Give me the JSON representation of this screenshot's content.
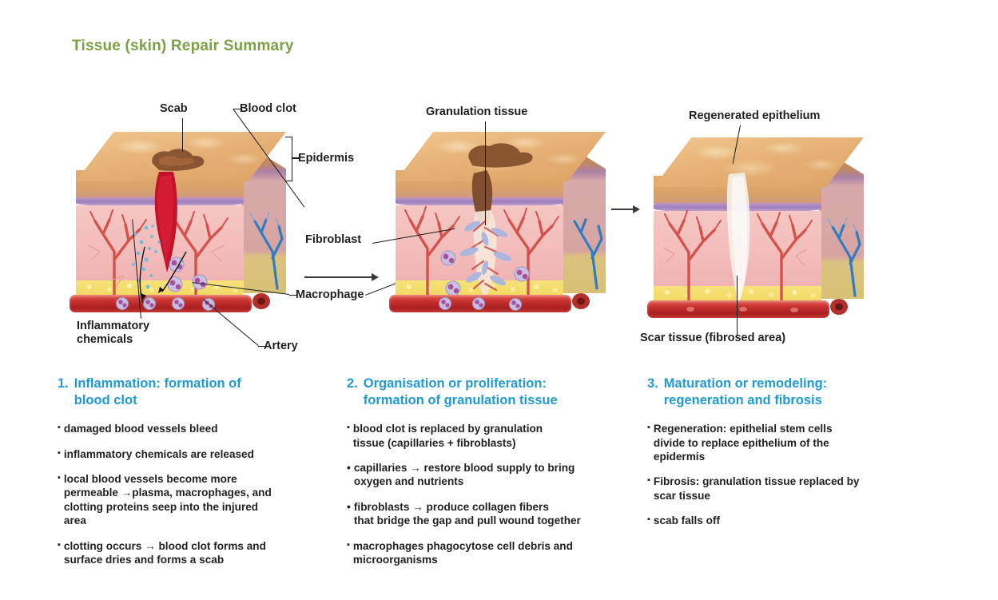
{
  "title": "Tissue (skin) Repair Summary",
  "colors": {
    "title_green": "#7aa244",
    "heading_blue": "#1f9ad6",
    "body_black": "#231f20"
  },
  "diagram": {
    "panel1": {
      "labels": {
        "scab": "Scab",
        "blood_clot": "Blood clot",
        "epidermis": "Epidermis",
        "inflammatory_chemicals": "Inflammatory\nchemicals",
        "artery": "Artery",
        "macrophage": "Macrophage"
      }
    },
    "panel2": {
      "labels": {
        "granulation_tissue": "Granulation tissue",
        "fibroblast": "Fibroblast"
      }
    },
    "panel3": {
      "labels": {
        "regenerated_epithelium": "Regenerated epithelium",
        "scar_tissue": "Scar tissue (fibrosed area)"
      }
    }
  },
  "columns": [
    {
      "number": "1.",
      "heading": "Inflammation: formation of\nblood clot",
      "bullets": [
        {
          "marker": "square",
          "text": "damaged blood vessels bleed"
        },
        {
          "marker": "square",
          "text": "inflammatory chemicals are released"
        },
        {
          "marker": "square",
          "text": "local blood vessels become more\npermeable →plasma, macrophages, and\nclotting proteins seep into the injured\narea"
        },
        {
          "marker": "square",
          "text": "clotting occurs → blood clot forms and\nsurface dries and forms a scab"
        }
      ]
    },
    {
      "number": "2.",
      "heading": "Organisation or proliferation:\nformation of granulation tissue",
      "bullets": [
        {
          "marker": "square",
          "text": "blood clot is replaced by granulation\ntissue (capillaries + fibroblasts)"
        },
        {
          "marker": "round",
          "text": "capillaries → restore blood supply to bring\noxygen and nutrients"
        },
        {
          "marker": "round",
          "text": "fibroblasts → produce collagen fibers\nthat bridge the gap and pull wound together"
        },
        {
          "marker": "square",
          "text": "macrophages phagocytose cell debris and\nmicroorganisms"
        }
      ]
    },
    {
      "number": "3.",
      "heading": "Maturation or remodeling:\nregeneration and fibrosis",
      "bullets": [
        {
          "marker": "square",
          "text": "Regeneration: epithelial stem cells\ndivide to replace epithelium of the\nepidermis"
        },
        {
          "marker": "square",
          "text": "Fibrosis: granulation tissue replaced by\nscar tissue"
        },
        {
          "marker": "square",
          "text": "scab falls off"
        }
      ]
    }
  ]
}
